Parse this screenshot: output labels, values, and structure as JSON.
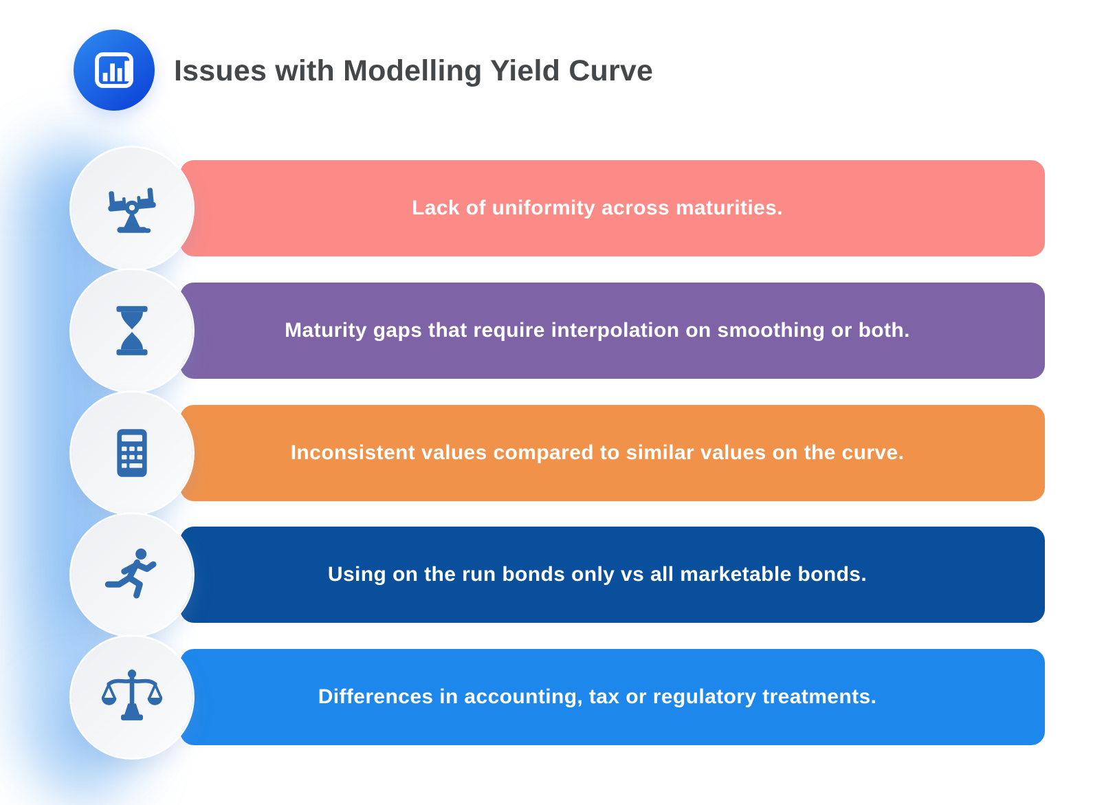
{
  "header": {
    "title": "Issues with Modelling Yield Curve",
    "icon": "bar-chart-icon"
  },
  "rows": [
    {
      "label": "Lack of uniformity across maturities.",
      "color": "#FC8A86",
      "icon": "seesaw-icon"
    },
    {
      "label": "Maturity gaps that require interpolation on smoothing or both.",
      "color": "#7E64A6",
      "icon": "hourglass-icon"
    },
    {
      "label": "Inconsistent values compared to similar values on the curve.",
      "color": "#F0924A",
      "icon": "calculator-icon"
    },
    {
      "label": "Using on the run bonds only vs all marketable bonds.",
      "color": "#0A4F9B",
      "icon": "runner-icon"
    },
    {
      "label": "Differences in accounting, tax or regulatory treatments.",
      "color": "#1E87EB",
      "icon": "scales-icon"
    }
  ],
  "colors": {
    "canvas_bg": "#ffffff",
    "title_text": "#45484B",
    "bar_text": "#FFFFFF",
    "icon_blue": "#2F6BAD",
    "glow_blue": "#7AB5F2",
    "badge_grad_start": "#2E8BF0",
    "badge_grad_end": "#0A3ED6"
  }
}
